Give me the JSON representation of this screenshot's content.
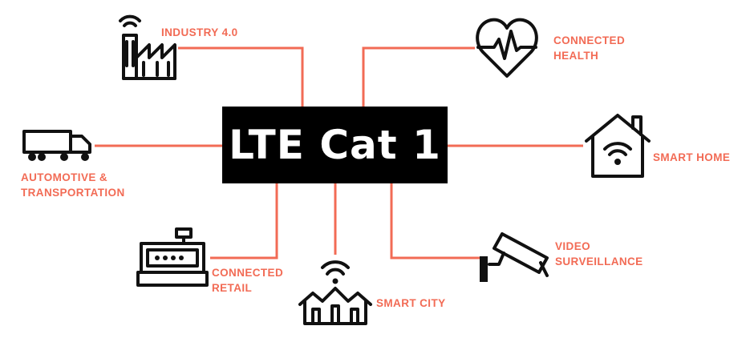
{
  "center": {
    "title": "LTE Cat 1"
  },
  "nodes": {
    "industry": {
      "label": "INDUSTRY 4.0"
    },
    "health": {
      "line1": "CONNECTED",
      "line2": "HEALTH"
    },
    "automotive": {
      "line1": "AUTOMOTIVE &",
      "line2": "TRANSPORTATION"
    },
    "smart_home": {
      "label": "SMART HOME"
    },
    "retail": {
      "line1": "CONNECTED",
      "line2": "RETAIL"
    },
    "smart_city": {
      "label": "SMART CITY"
    },
    "video": {
      "line1": "VIDEO",
      "line2": "SURVEILLANCE"
    }
  },
  "colors": {
    "accent": "#f26b55",
    "ink": "#111111",
    "box": "#000000",
    "box_text": "#ffffff"
  },
  "icons": [
    "factory-icon",
    "heart-pulse-icon",
    "truck-icon",
    "smart-home-icon",
    "cash-register-icon",
    "smart-city-icon",
    "security-camera-icon"
  ]
}
